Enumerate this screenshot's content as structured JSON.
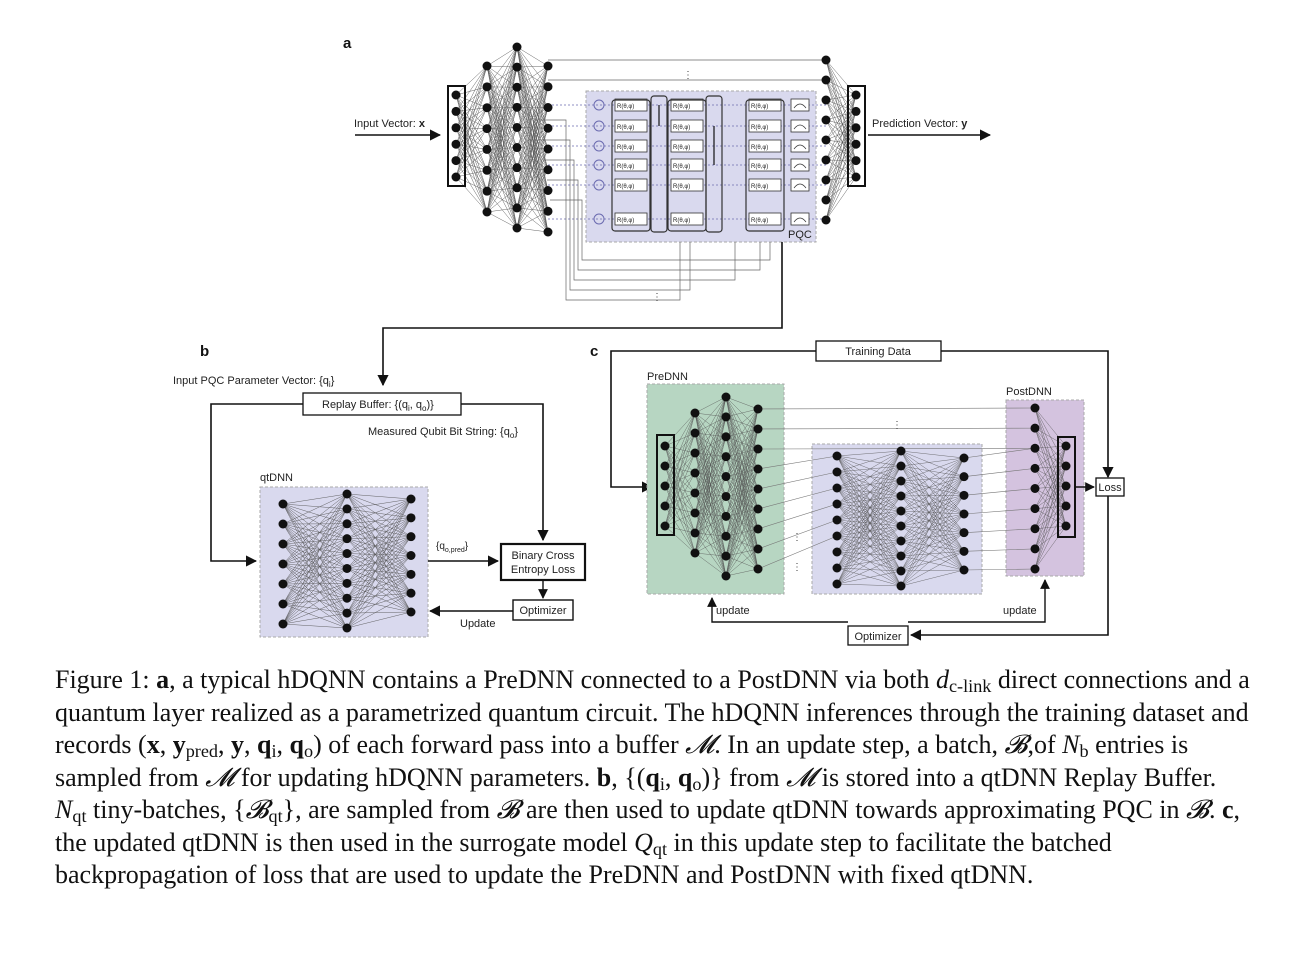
{
  "panels": {
    "a": {
      "letter": "a",
      "input_label_prefix": "Input Vector: ",
      "input_label_var": "x",
      "output_label_prefix": "Prediction Vector: ",
      "output_label_var": "y",
      "pqc_label": "PQC",
      "gate_label": "R(θ,φ)"
    },
    "b": {
      "letter": "b",
      "input_label": "Input PQC Parameter Vector: {q",
      "input_label_sub": "i",
      "input_label_end": "}",
      "replay_buffer": "Replay Buffer: {(q",
      "replay_buffer_mid": ", q",
      "replay_buffer_end": ")}",
      "measured_label": "Measured Qubit Bit String: {q",
      "measured_label_sub": "o",
      "measured_label_end": "}",
      "qtdnn_label": "qtDNN",
      "qpred_label": "{q",
      "qpred_sub": "o,pred",
      "qpred_end": "}",
      "loss_line1": "Binary Cross",
      "loss_line2": "Entropy Loss",
      "optimizer": "Optimizer",
      "update": "Update"
    },
    "c": {
      "letter": "c",
      "training_data": "Training Data",
      "prednn": "PreDNN",
      "postdnn": "PostDNN",
      "loss": "Loss",
      "optimizer": "Optimizer",
      "update_left": "update",
      "update_right": "update"
    }
  },
  "colors": {
    "pqc_fill": "#d9d9ee",
    "prednn_fill": "#b7d6c2",
    "postdnn_fill": "#d4c3df",
    "qtdnn_fill": "#d9d9ee"
  },
  "caption": {
    "fig_label": "Figure 1: ",
    "a_letter": "a",
    "t1": ", a typical hDQNN contains a PreDNN connected to a PostDNN via both ",
    "d_sub": "c-link",
    "t2": " direct connections and a quantum layer realized as a parametrized quantum circuit. The hDQNN inferences through the training dataset and records ",
    "t3": " of each forward pass into a buffer ",
    "t4": ". In an update step, a batch, ",
    "t5": ",of ",
    "nb_sub": "b",
    "t6": " entries is sampled from ",
    "t7": " for updating hDQNN parameters. ",
    "b_letter": "b",
    "t8": ", ",
    "t9": " from ",
    "t10": " is stored into a qtDNN Replay Buffer. ",
    "nqt_sub": "qt",
    "t11": " tiny-batches, ",
    "t12": ", are sampled from ",
    "t13": " are then used to update qtDNN towards approximating PQC in ",
    "t14": ". ",
    "c_letter": "c",
    "t15": ", the updated qtDNN is then used in the surrogate model ",
    "qqt_sub": "qt",
    "t16": " in this update step to facilitate the batched backpropagation of loss that are used to update the PreDNN and PostDNN with fixed qtDNN."
  }
}
